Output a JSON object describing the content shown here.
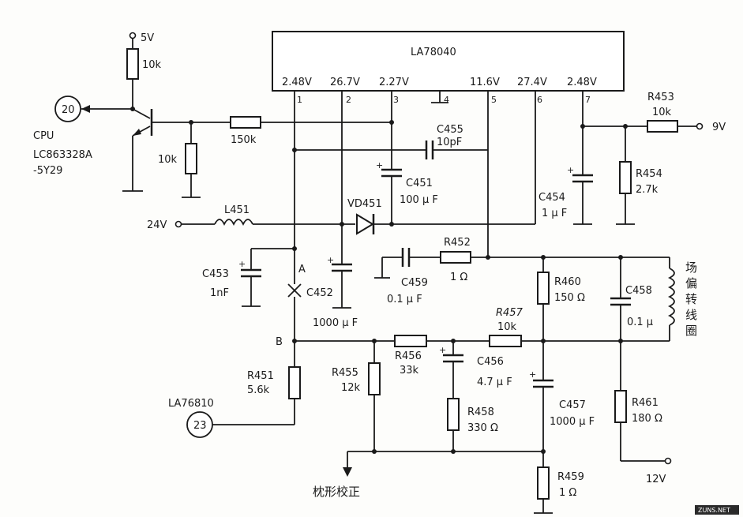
{
  "chip": {
    "name": "LA78040",
    "pins": [
      {
        "num": "1",
        "voltage": "2.48V"
      },
      {
        "num": "2",
        "voltage": "26.7V"
      },
      {
        "num": "3",
        "voltage": "2.27V"
      },
      {
        "num": "4",
        "voltage": ""
      },
      {
        "num": "5",
        "voltage": "11.6V"
      },
      {
        "num": "6",
        "voltage": "27.4V"
      },
      {
        "num": "7",
        "voltage": "2.48V"
      }
    ]
  },
  "cpu": {
    "pin": "20",
    "label": "CPU",
    "model_line1": "LC863328A",
    "model_line2": "-5Y29"
  },
  "supply": {
    "v5": "5V",
    "v9": "9V",
    "v24": "24V",
    "v12": "12V"
  },
  "la76810": {
    "pin": "23",
    "label": "LA76810"
  },
  "nodes": {
    "a": "A",
    "b": "B"
  },
  "components": {
    "r_pullup": "10k",
    "r_base": "150k",
    "r_emit": "10k",
    "c455": {
      "name": "C455",
      "value": "10pF"
    },
    "c451": {
      "name": "C451",
      "value": "100 μ F"
    },
    "vd451": "VD451",
    "l451": "L451",
    "c454": {
      "name": "C454",
      "value": "1 μ F"
    },
    "r453": {
      "name": "R453",
      "value": "10k"
    },
    "r454": {
      "name": "R454",
      "value": "2.7k"
    },
    "c453": {
      "name": "C453",
      "value": "1nF"
    },
    "c452": {
      "name": "C452",
      "value": "1000 μ F"
    },
    "c459": {
      "name": "C459",
      "value": "0.1 μ F"
    },
    "r452": {
      "name": "R452",
      "value": "1 Ω"
    },
    "r460": {
      "name": "R460",
      "value": "150 Ω"
    },
    "c458": {
      "name": "C458",
      "value": "0.1 μ"
    },
    "yoke": [
      "场",
      "偏",
      "转",
      "线",
      "圈"
    ],
    "r451": {
      "name": "R451",
      "value": "5.6k"
    },
    "r455": {
      "name": "R455",
      "value": "12k"
    },
    "r456": {
      "name": "R456",
      "value": "33k"
    },
    "c456": {
      "name": "C456",
      "value": "4.7 μ F"
    },
    "r457": {
      "name": "R457",
      "value": "10k"
    },
    "r458": {
      "name": "R458",
      "value": "330 Ω"
    },
    "c457": {
      "name": "C457",
      "value": "1000 μ F"
    },
    "r461": {
      "name": "R461",
      "value": "180 Ω"
    },
    "r459": {
      "name": "R459",
      "value": "1 Ω"
    }
  },
  "pincushion_label": "枕形校正",
  "watermark": "ZUNS.NET"
}
